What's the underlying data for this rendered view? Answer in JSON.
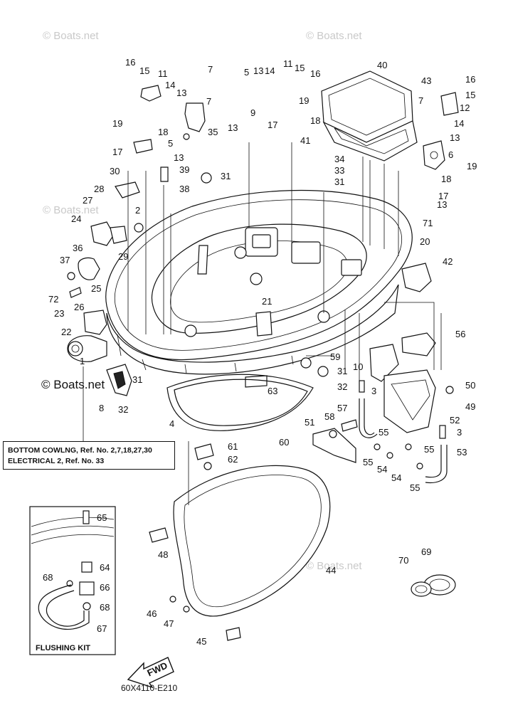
{
  "watermark": "© Boats.net",
  "watermark_main": "© Boats.net",
  "diagram_code": "60X4110-E210",
  "fwd_label": "FWD",
  "note": {
    "line1": "BOTTOM COWLNG, Ref. No. 2,7,18,27,30",
    "line2": "ELECTRICAL 2,  Ref. No. 33"
  },
  "flushing_kit_title": "FLUSHING KIT",
  "callouts": [
    "1",
    "2",
    "3",
    "3",
    "4",
    "5",
    "5",
    "6",
    "7",
    "7",
    "7",
    "8",
    "9",
    "10",
    "11",
    "11",
    "12",
    "13",
    "13",
    "13",
    "13",
    "13",
    "14",
    "14",
    "14",
    "15",
    "15",
    "15",
    "16",
    "16",
    "16",
    "17",
    "17",
    "17",
    "18",
    "18",
    "18",
    "19",
    "19",
    "19",
    "20",
    "21",
    "22",
    "23",
    "24",
    "25",
    "26",
    "27",
    "28",
    "29",
    "30",
    "31",
    "31",
    "31",
    "31",
    "32",
    "32",
    "33",
    "34",
    "35",
    "36",
    "37",
    "38",
    "39",
    "40",
    "41",
    "42",
    "43",
    "44",
    "45",
    "46",
    "47",
    "48",
    "49",
    "50",
    "51",
    "52",
    "53",
    "54",
    "54",
    "55",
    "55",
    "55",
    "55",
    "56",
    "57",
    "58",
    "59",
    "60",
    "61",
    "62",
    "63",
    "64",
    "65",
    "66",
    "67",
    "68",
    "68",
    "69",
    "70",
    "71",
    "72"
  ]
}
